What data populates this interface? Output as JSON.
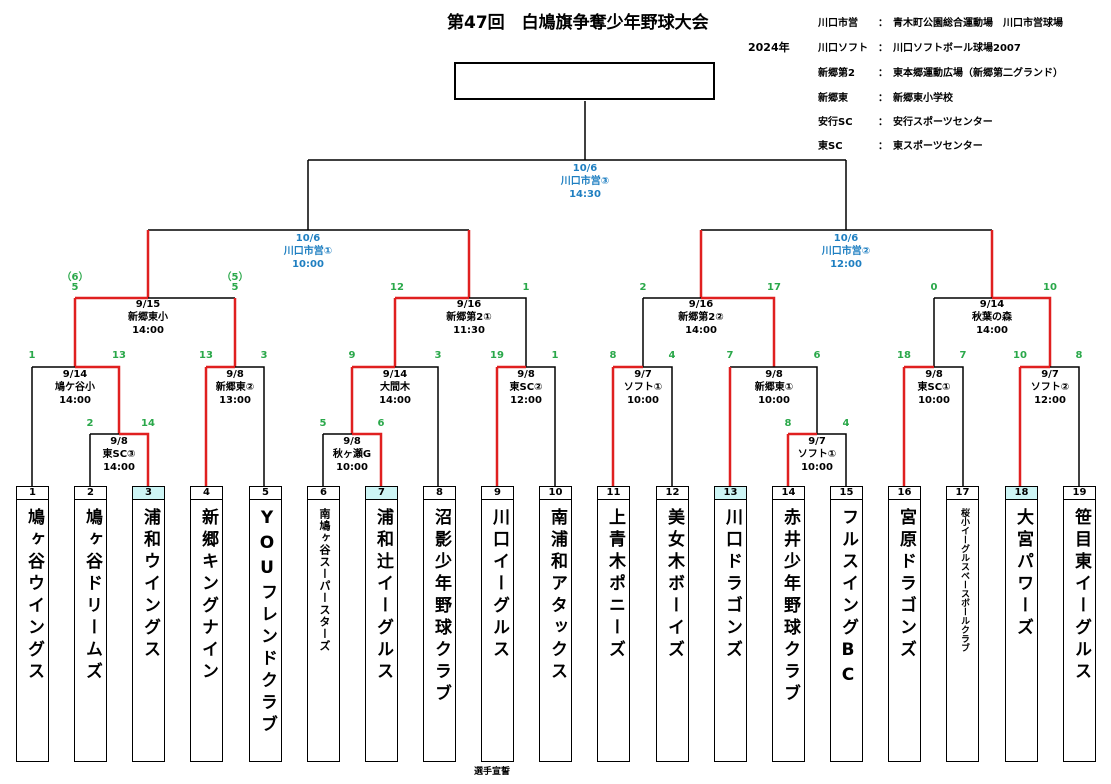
{
  "title": "第47回　白鳩旗争奪少年野球大会",
  "year": "2024年",
  "venues": [
    {
      "key": "川口市営",
      "colon": "：",
      "value": "青木町公園総合運動場　川口市営球場"
    },
    {
      "key": "川口ソフト",
      "colon": "：",
      "value": "川口ソフトボール球場2007"
    },
    {
      "key": "新郷第2",
      "colon": "：",
      "value": "東本郷運動広場（新郷第二グランド）"
    },
    {
      "key": "新郷東",
      "colon": "：",
      "value": "新郷東小学校"
    },
    {
      "key": "安行SC",
      "colon": "：",
      "value": "安行スポーツセンター"
    },
    {
      "key": "東SC",
      "colon": "：",
      "value": "東スポーツセンター"
    }
  ],
  "teams": [
    {
      "num": "1",
      "name": "鳩ヶ谷ウイングス",
      "hl": false,
      "size": ""
    },
    {
      "num": "2",
      "name": "鳩ヶ谷ドリームズ",
      "hl": false,
      "size": ""
    },
    {
      "num": "3",
      "name": "浦和ウイングス",
      "hl": true,
      "size": ""
    },
    {
      "num": "4",
      "name": "新郷キングナイン",
      "hl": false,
      "size": ""
    },
    {
      "num": "5",
      "name": "YOUフレンドクラブ",
      "hl": false,
      "size": ""
    },
    {
      "num": "6",
      "name": "南鳩ヶ谷スーパースターズ",
      "hl": false,
      "size": "small"
    },
    {
      "num": "7",
      "name": "浦和辻イーグルス",
      "hl": true,
      "size": ""
    },
    {
      "num": "8",
      "name": "沼影少年野球クラブ",
      "hl": false,
      "size": ""
    },
    {
      "num": "9",
      "name": "川口イーグルス",
      "hl": false,
      "size": ""
    },
    {
      "num": "10",
      "name": "南浦和アタックス",
      "hl": false,
      "size": ""
    },
    {
      "num": "11",
      "name": "上青木ポニーズ",
      "hl": false,
      "size": ""
    },
    {
      "num": "12",
      "name": "美女木ボーイズ",
      "hl": false,
      "size": ""
    },
    {
      "num": "13",
      "name": "川口ドラゴンズ",
      "hl": true,
      "size": ""
    },
    {
      "num": "14",
      "name": "赤井少年野球クラブ",
      "hl": false,
      "size": ""
    },
    {
      "num": "15",
      "name": "フルスイングBC",
      "hl": false,
      "size": ""
    },
    {
      "num": "16",
      "name": "宮原ドラゴンズ",
      "hl": false,
      "size": ""
    },
    {
      "num": "17",
      "name": "桜小イーグルスベースボールクラブ",
      "hl": false,
      "size": "tiny"
    },
    {
      "num": "18",
      "name": "大宮パワーズ",
      "hl": true,
      "size": ""
    },
    {
      "num": "19",
      "name": "笹目東イーグルス",
      "hl": false,
      "size": ""
    }
  ],
  "matches": [
    {
      "text": "10/6\n川口市営③\n14:30",
      "blue": true
    },
    {
      "text": "10/6\n川口市営①\n10:00",
      "blue": true
    },
    {
      "text": "10/6\n川口市営②\n12:00",
      "blue": true
    },
    {
      "text": "9/15\n新郷東小\n14:00",
      "blue": false
    },
    {
      "text": "9/16\n新郷第2①\n11:30",
      "blue": false
    },
    {
      "text": "9/16\n新郷第2②\n14:00",
      "blue": false
    },
    {
      "text": "9/14\n秋葉の森\n14:00",
      "blue": false
    },
    {
      "text": "9/14\n鳩ケ谷小\n14:00",
      "blue": false
    },
    {
      "text": "9/8\n新郷東②\n13:00",
      "blue": false
    },
    {
      "text": "9/14\n大間木\n14:00",
      "blue": false
    },
    {
      "text": "9/8\n東SC②\n12:00",
      "blue": false
    },
    {
      "text": "9/7\nソフト①\n10:00",
      "blue": false
    },
    {
      "text": "9/8\n新郷東①\n10:00",
      "blue": false
    },
    {
      "text": "9/8\n東SC①\n10:00",
      "blue": false
    },
    {
      "text": "9/7\nソフト②\n12:00",
      "blue": false
    },
    {
      "text": "9/8\n東SC③\n14:00",
      "blue": false
    },
    {
      "text": "9/8\n秋ヶ瀬G\n10:00",
      "blue": false
    },
    {
      "text": "9/7\nソフト①\n10:00",
      "blue": false
    }
  ],
  "scores": [
    "（6）",
    "5",
    "（5）",
    "5",
    "12",
    "1",
    "2",
    "17",
    "0",
    "10",
    "1",
    "13",
    "13",
    "3",
    "9",
    "3",
    "19",
    "1",
    "8",
    "4",
    "7",
    "6",
    "18",
    "7",
    "10",
    "8",
    "2",
    "14",
    "5",
    "6",
    "8",
    "4"
  ],
  "oath": "選手宣誓"
}
